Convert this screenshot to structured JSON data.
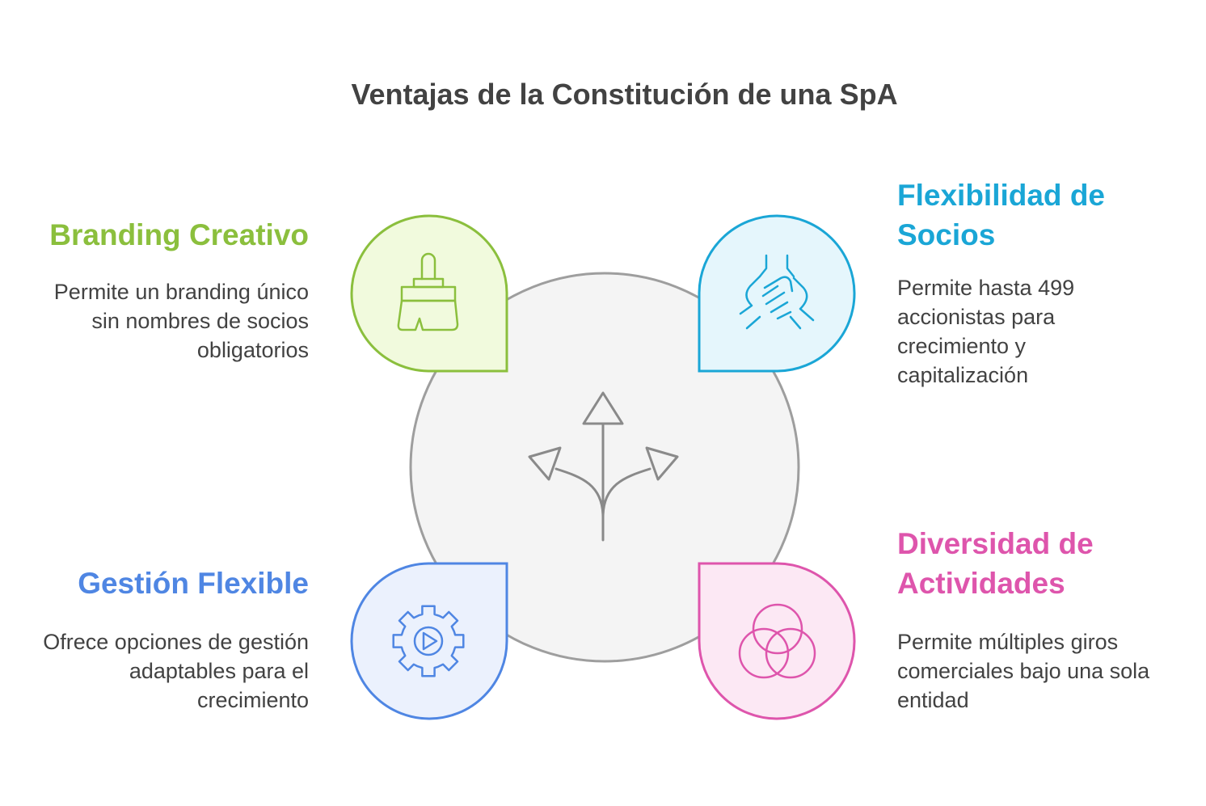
{
  "title": "Ventajas de la Constitución de una SpA",
  "items": [
    {
      "heading": "Branding Creativo",
      "description": "Permite un branding único sin nombres de socios obligatorios",
      "icon": "paintbrush-icon",
      "color": "#8bbf3d",
      "fill": "#f1fadd"
    },
    {
      "heading": "Flexibilidad de Socios",
      "description": "Permite hasta 499 accionistas para crecimiento y capitalización",
      "icon": "joined-hands-icon",
      "color": "#1aa6d6",
      "fill": "#e5f6fc"
    },
    {
      "heading": "Gestión Flexible",
      "description": "Ofrece opciones de gestión adaptables para el crecimiento",
      "icon": "gear-play-icon",
      "color": "#4f86e3",
      "fill": "#ebf1fd"
    },
    {
      "heading": "Diversidad de Actividades",
      "description": "Permite múltiples giros comerciales bajo una sola entidad",
      "icon": "overlapping-circles-icon",
      "color": "#de55ac",
      "fill": "#fce8f4"
    }
  ],
  "center_icon": "diverging-arrows-icon"
}
